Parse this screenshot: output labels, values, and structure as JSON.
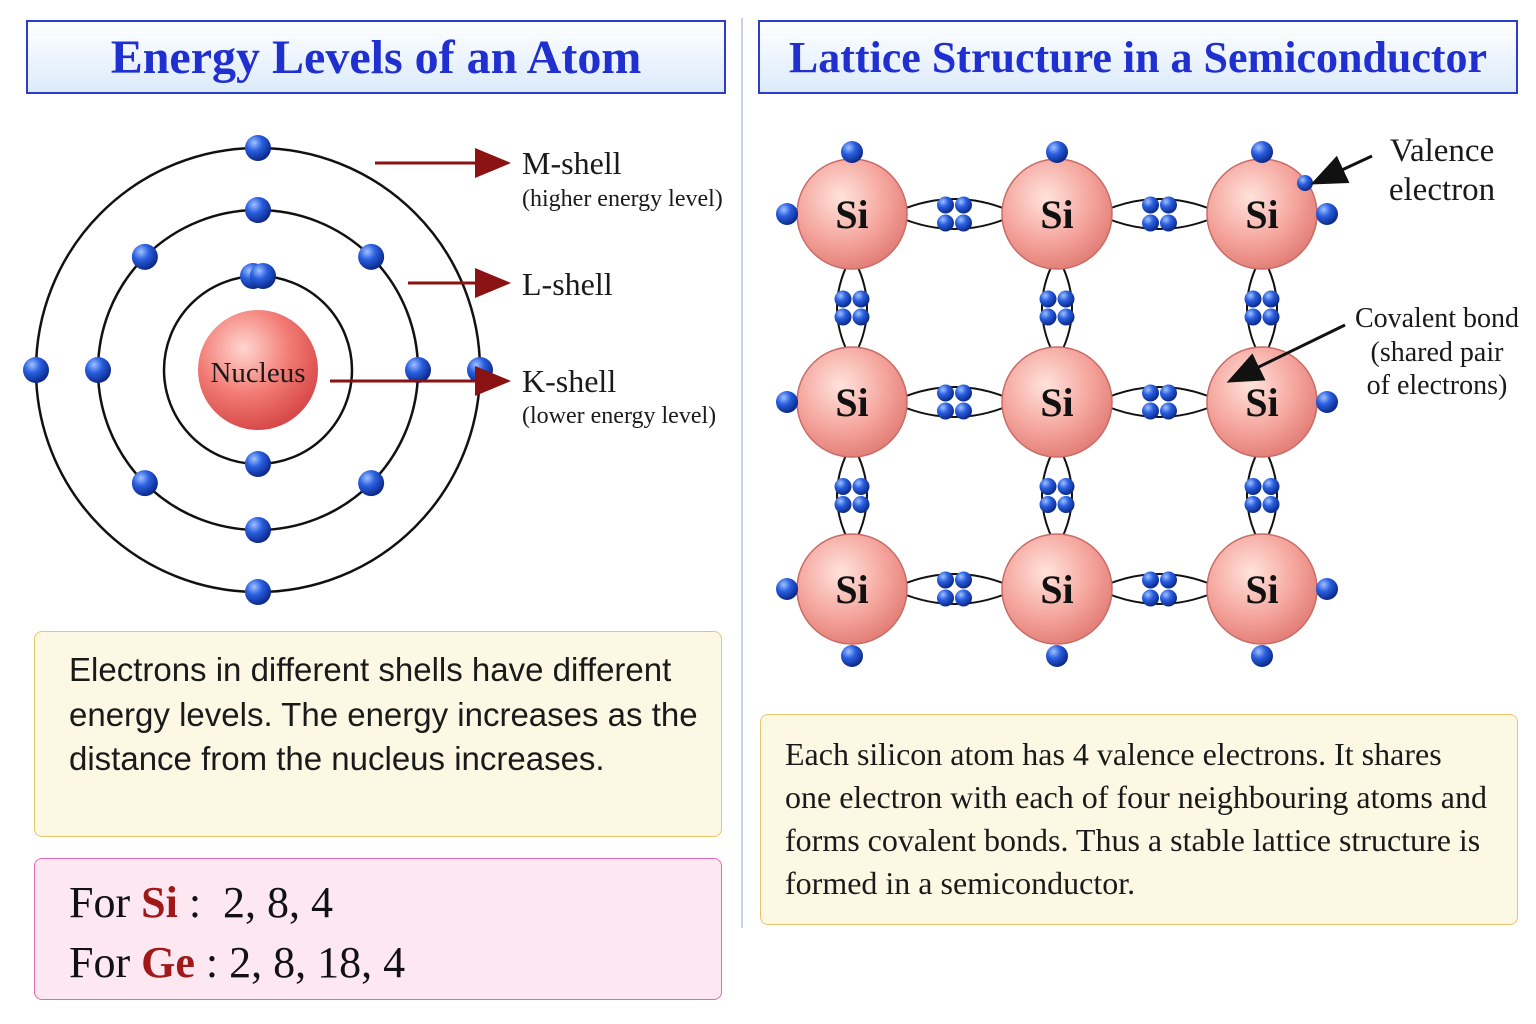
{
  "titles": {
    "left": "Energy Levels of an Atom",
    "right": "Lattice Structure in a Semiconductor"
  },
  "atom": {
    "nucleus_label": "Nucleus",
    "shells": [
      {
        "name": "M-shell",
        "note": "(higher energy level)"
      },
      {
        "name": "L-shell",
        "note": ""
      },
      {
        "name": "K-shell",
        "note": "(lower energy level)"
      }
    ]
  },
  "lattice": {
    "atom_symbol": "Si",
    "valence_label": [
      "Valence",
      "electron"
    ],
    "bond_label": [
      "Covalent bond",
      "(shared pair",
      "of electrons)"
    ]
  },
  "notes": {
    "left": "Electrons in different shells have different energy levels. The energy increases as the distance from the nucleus increases.",
    "right": "Each silicon atom has 4 valence electrons. It shares one electron with each of four neighbouring atoms and forms covalent bonds. Thus a stable lattice structure is formed in a semiconductor."
  },
  "configs": [
    {
      "prefix": "For ",
      "element": "Si",
      "suffix": " :  2, 8, 4"
    },
    {
      "prefix": "For ",
      "element": "Ge",
      "suffix": " : 2, 8, 18, 4"
    }
  ],
  "colors": {
    "title": "#1f2fd0",
    "electron": "#1e4fd8",
    "nucleus": "#f26b6b",
    "arrow": "#8b1212",
    "element_highlight": "#a01818"
  }
}
